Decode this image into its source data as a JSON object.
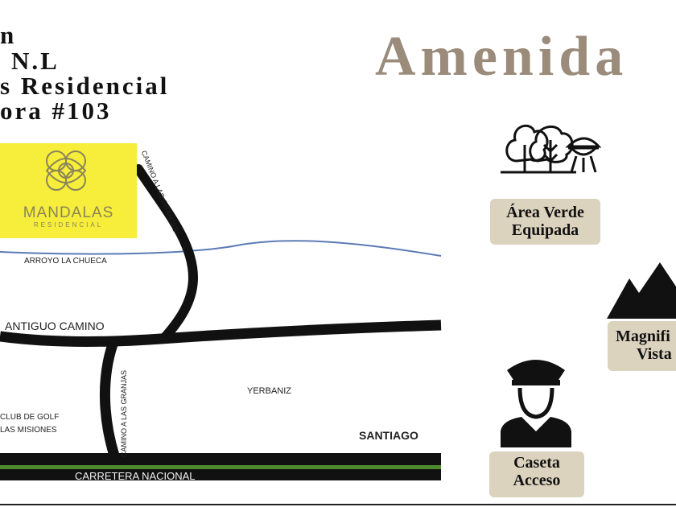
{
  "address": {
    "line1": "n",
    "line2": "N.L",
    "line3": "s Residencial",
    "line4": "ora #103"
  },
  "amenities": {
    "title": "Amenida",
    "items": [
      {
        "icon": "trees-grill-icon",
        "line1": "Área Verde",
        "line2": "Equipada"
      },
      {
        "icon": "mountains-icon",
        "line1": "Magnifi",
        "line2": "Vista"
      },
      {
        "icon": "security-guard-icon",
        "line1": "Caseta",
        "line2": "Acceso"
      }
    ]
  },
  "logo": {
    "name": "MANDALAS",
    "sub": "RESIDENCIAL",
    "color": "#f6ee3a"
  },
  "map_labels": {
    "arroyo": "ARROYO LA CHUECA",
    "antiguo": "ANTIGUO CAMINO",
    "camino_upper": "CAMINO A LAS GRANJAS",
    "camino_lower": "CAMINO A LAS GRANJAS",
    "yerbaniz": "YERBANIZ",
    "club_line1": "CLUB DE GOLF",
    "club_line2": "LAS MISIONES",
    "santiago": "SANTIAGO",
    "carretera": "CARRETERA NACIONAL"
  },
  "colors": {
    "title": "#9a8b7a",
    "badge": "#dcd3bf",
    "river": "#5b7bb5",
    "road": "#111111",
    "highway_stripe": "#4f8a2f"
  }
}
